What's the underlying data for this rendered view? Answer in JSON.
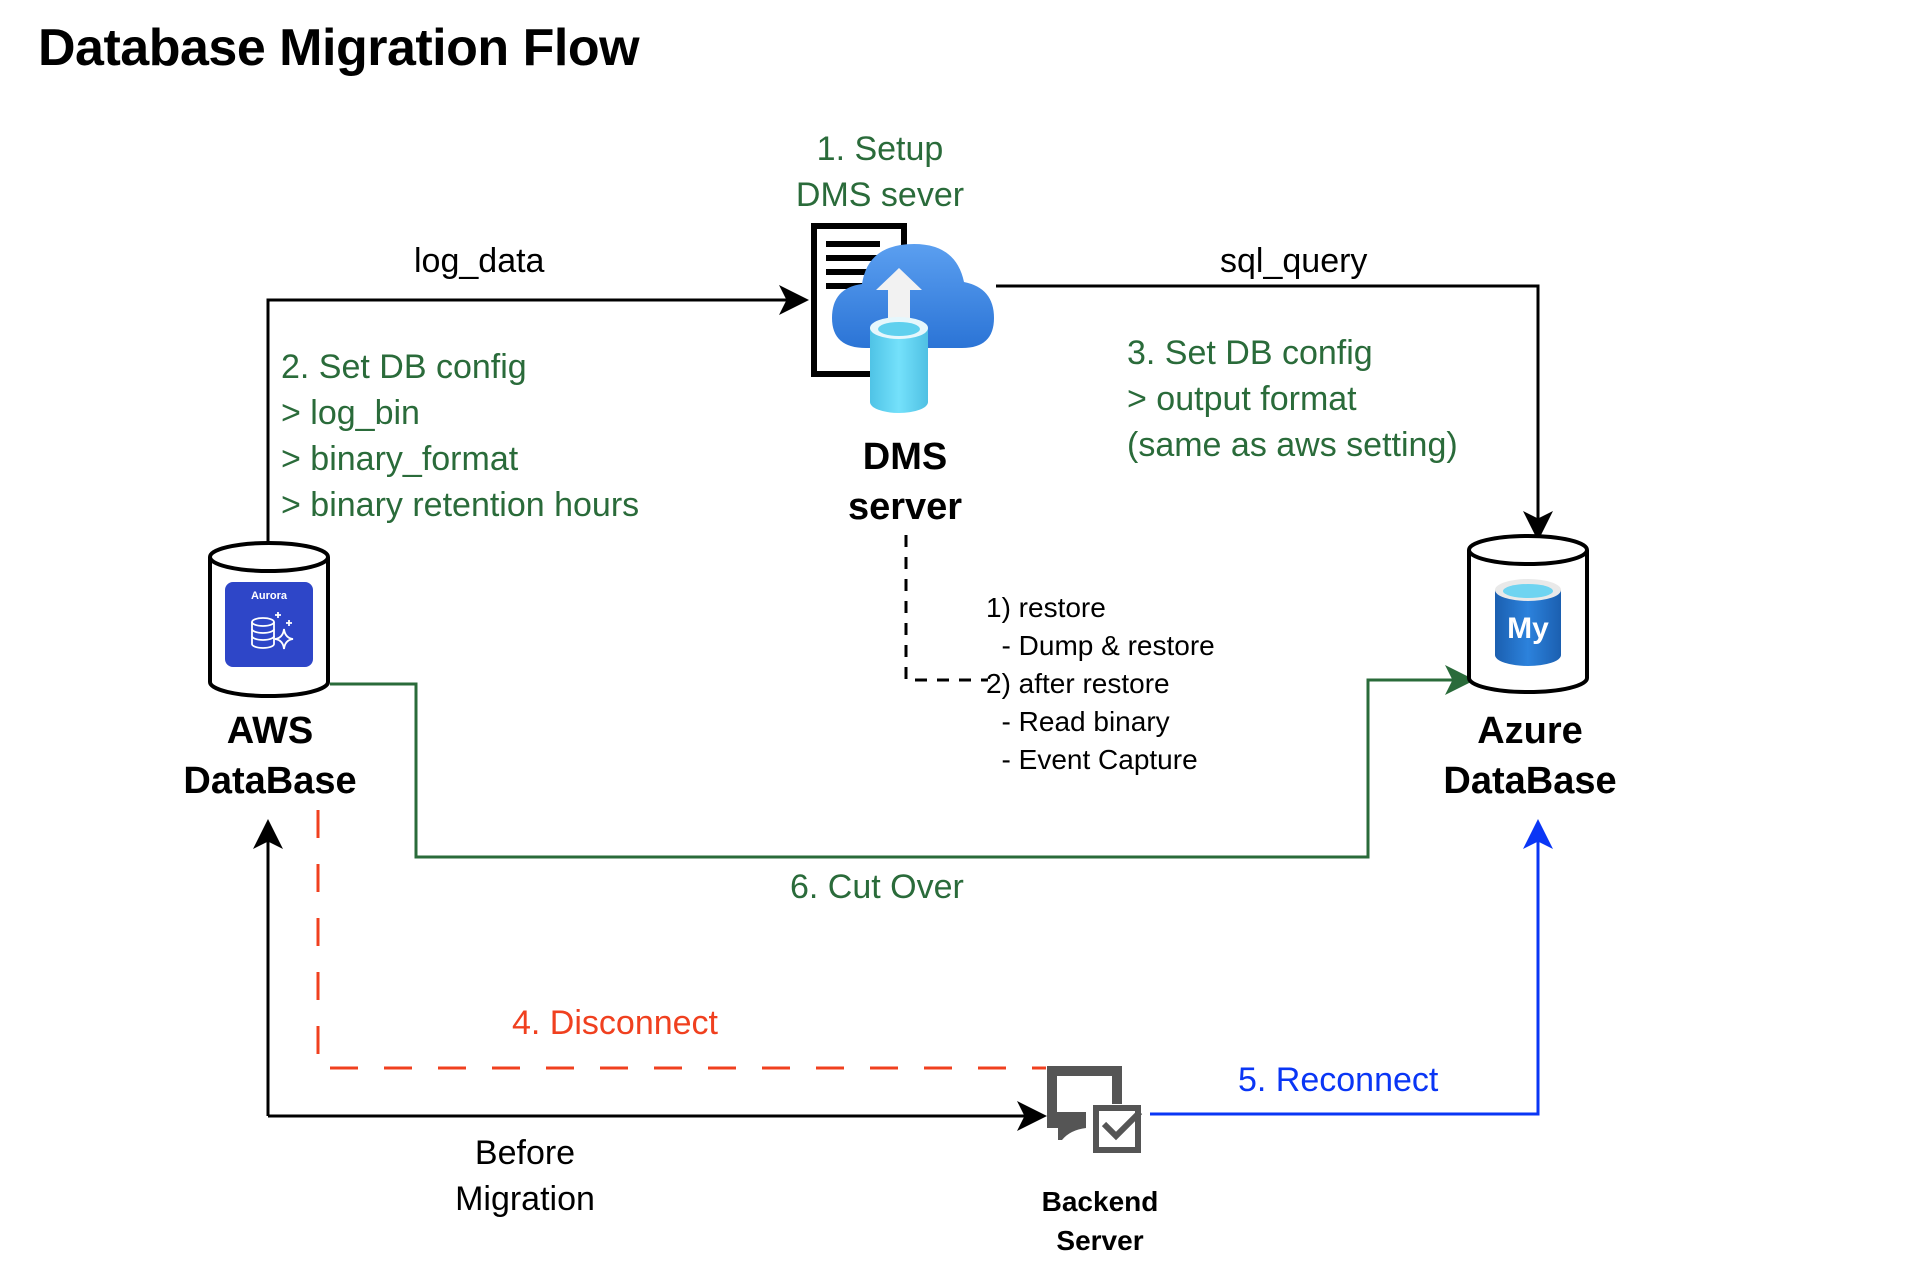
{
  "title": "Database Migration Flow",
  "nodes": {
    "aws_db": {
      "name_line1": "AWS",
      "name_line2": "DataBase",
      "badge": "Aurora"
    },
    "dms_server": {
      "name_line1": "DMS",
      "name_line2": "server"
    },
    "azure_db": {
      "name_line1": "Azure",
      "name_line2": "DataBase",
      "badge": "My"
    },
    "backend_server": {
      "name_line1": "Backend",
      "name_line2": "Server"
    }
  },
  "edges": {
    "log_data": "log_data",
    "sql_query": "sql_query",
    "before_migration_line1": "Before",
    "before_migration_line2": "Migration"
  },
  "steps": {
    "step1_line1": "1. Setup",
    "step1_line2": "DMS sever",
    "step2": [
      "2. Set DB config",
      "> log_bin",
      "> binary_format",
      "> binary retention hours"
    ],
    "step3": [
      "3. Set DB config",
      "> output format",
      "(same as aws setting)"
    ],
    "step4": "4. Disconnect",
    "step5": "5. Reconnect",
    "step6": "6. Cut Over"
  },
  "dms_notes": [
    "1) restore",
    "  - Dump & restore",
    "2) after restore",
    "  - Read binary",
    "  - Event Capture"
  ],
  "colors": {
    "green": "#2a6b3a",
    "red": "#f0401f",
    "blue": "#0a36f5",
    "black": "#000000",
    "aurora_blue": "#2e46c8",
    "mysql_blue": "#2474c9"
  }
}
